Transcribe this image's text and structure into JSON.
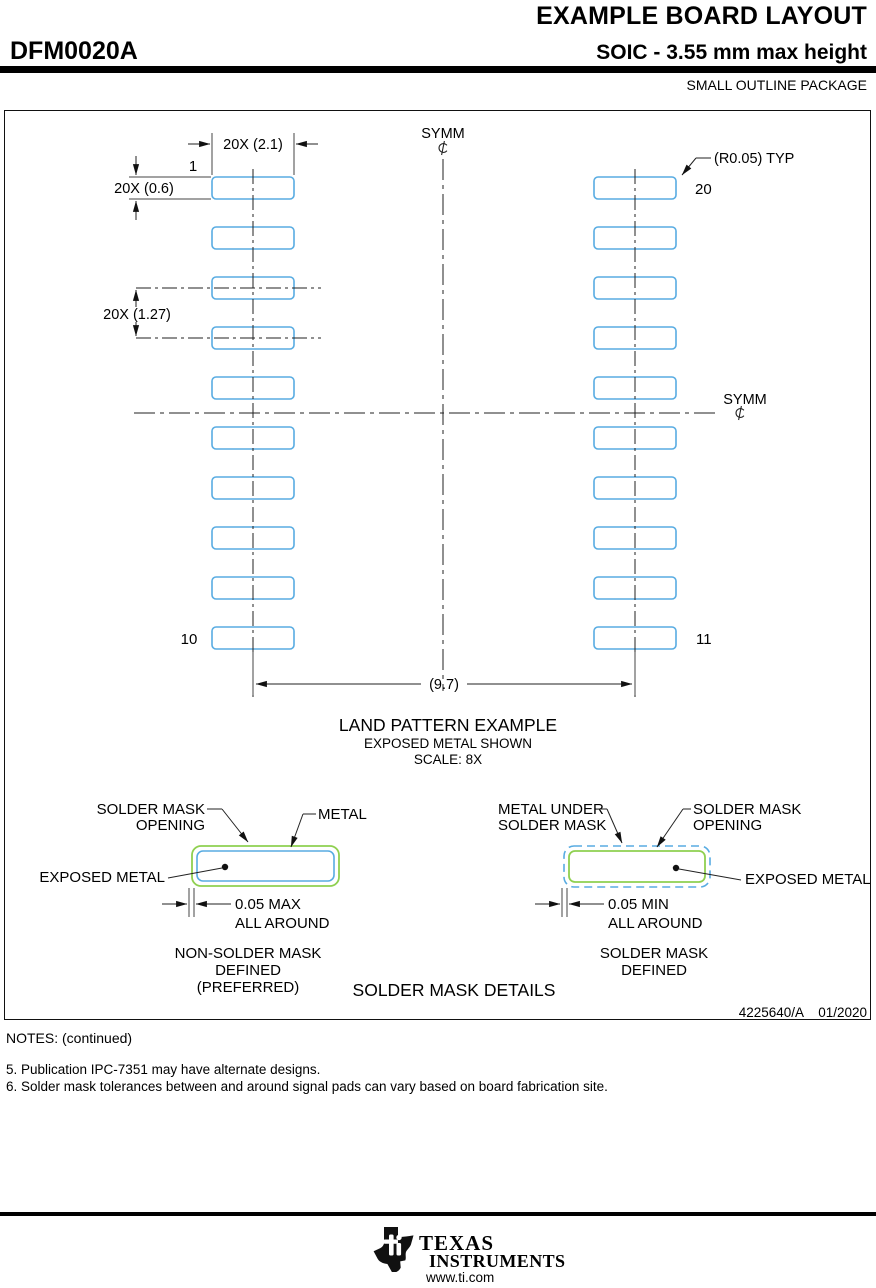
{
  "header": {
    "title": "EXAMPLE BOARD LAYOUT",
    "part_number": "DFM0020A",
    "subtitle": "SOIC - 3.55 mm max height",
    "package_type": "SMALL OUTLINE PACKAGE"
  },
  "drawing": {
    "symm_label": "SYMM",
    "centerline_symbol": "℄",
    "dims": {
      "pad_width": "20X (2.1)",
      "pad_height": "20X (0.6)",
      "pitch": "20X (1.27)",
      "span": "(9.7)",
      "corner_radius": "(R0.05) TYP"
    },
    "pins": {
      "pin1": "1",
      "pin10": "10",
      "pin11": "11",
      "pin20": "20"
    },
    "caption": {
      "line1": "LAND PATTERN EXAMPLE",
      "line2": "EXPOSED METAL SHOWN",
      "line3": "SCALE: 8X"
    }
  },
  "solder_mask": {
    "title": "SOLDER MASK DETAILS",
    "left": {
      "opening_label_1": "SOLDER MASK",
      "opening_label_2": "OPENING",
      "metal_label": "METAL",
      "exposed_label": "EXPOSED METAL",
      "dim_value": "0.05 MAX",
      "dim_note": "ALL AROUND",
      "caption_1": "NON-SOLDER MASK",
      "caption_2": "DEFINED",
      "caption_3": "(PREFERRED)"
    },
    "right": {
      "metal_under_label_1": "METAL UNDER",
      "metal_under_label_2": "SOLDER MASK",
      "opening_label_1": "SOLDER MASK",
      "opening_label_2": "OPENING",
      "exposed_label": "EXPOSED METAL",
      "dim_value": "0.05 MIN",
      "dim_note": "ALL AROUND",
      "caption_1": "SOLDER MASK",
      "caption_2": "DEFINED"
    }
  },
  "title_block": {
    "number": "4225640/A",
    "date": "01/2020"
  },
  "notes": {
    "heading": "NOTES: (continued)",
    "items": [
      "5. Publication IPC-7351 may have alternate designs.",
      "6. Solder mask tolerances between and around signal pads can vary based on board fabrication site."
    ]
  },
  "footer": {
    "brand_line1": "TEXAS",
    "brand_line2": "INSTRUMENTS",
    "url": "www.ti.com"
  },
  "colors": {
    "pad_stroke": "#58ACE2",
    "mask_stroke": "#8FD050",
    "line": "#222222"
  }
}
